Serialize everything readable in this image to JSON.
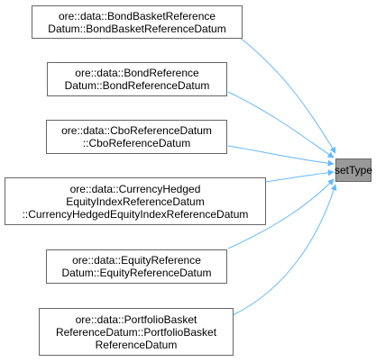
{
  "diagram": {
    "target": {
      "label": "setType"
    },
    "callers": [
      {
        "lines": [
          "ore::data::BondBasketReference",
          "Datum::BondBasketReferenceDatum"
        ]
      },
      {
        "lines": [
          "ore::data::BondReference",
          "Datum::BondReferenceDatum"
        ]
      },
      {
        "lines": [
          "ore::data::CboReferenceDatum",
          "::CboReferenceDatum"
        ]
      },
      {
        "lines": [
          "ore::data::CurrencyHedged",
          "EquityIndexReferenceDatum",
          "::CurrencyHedgedEquityIndexReferenceDatum"
        ]
      },
      {
        "lines": [
          "ore::data::EquityReference",
          "Datum::EquityReferenceDatum"
        ]
      },
      {
        "lines": [
          "ore::data::PortfolioBasket",
          "ReferenceDatum::PortfolioBasket",
          "ReferenceDatum"
        ]
      }
    ],
    "edge_color": "#63b8ff"
  }
}
